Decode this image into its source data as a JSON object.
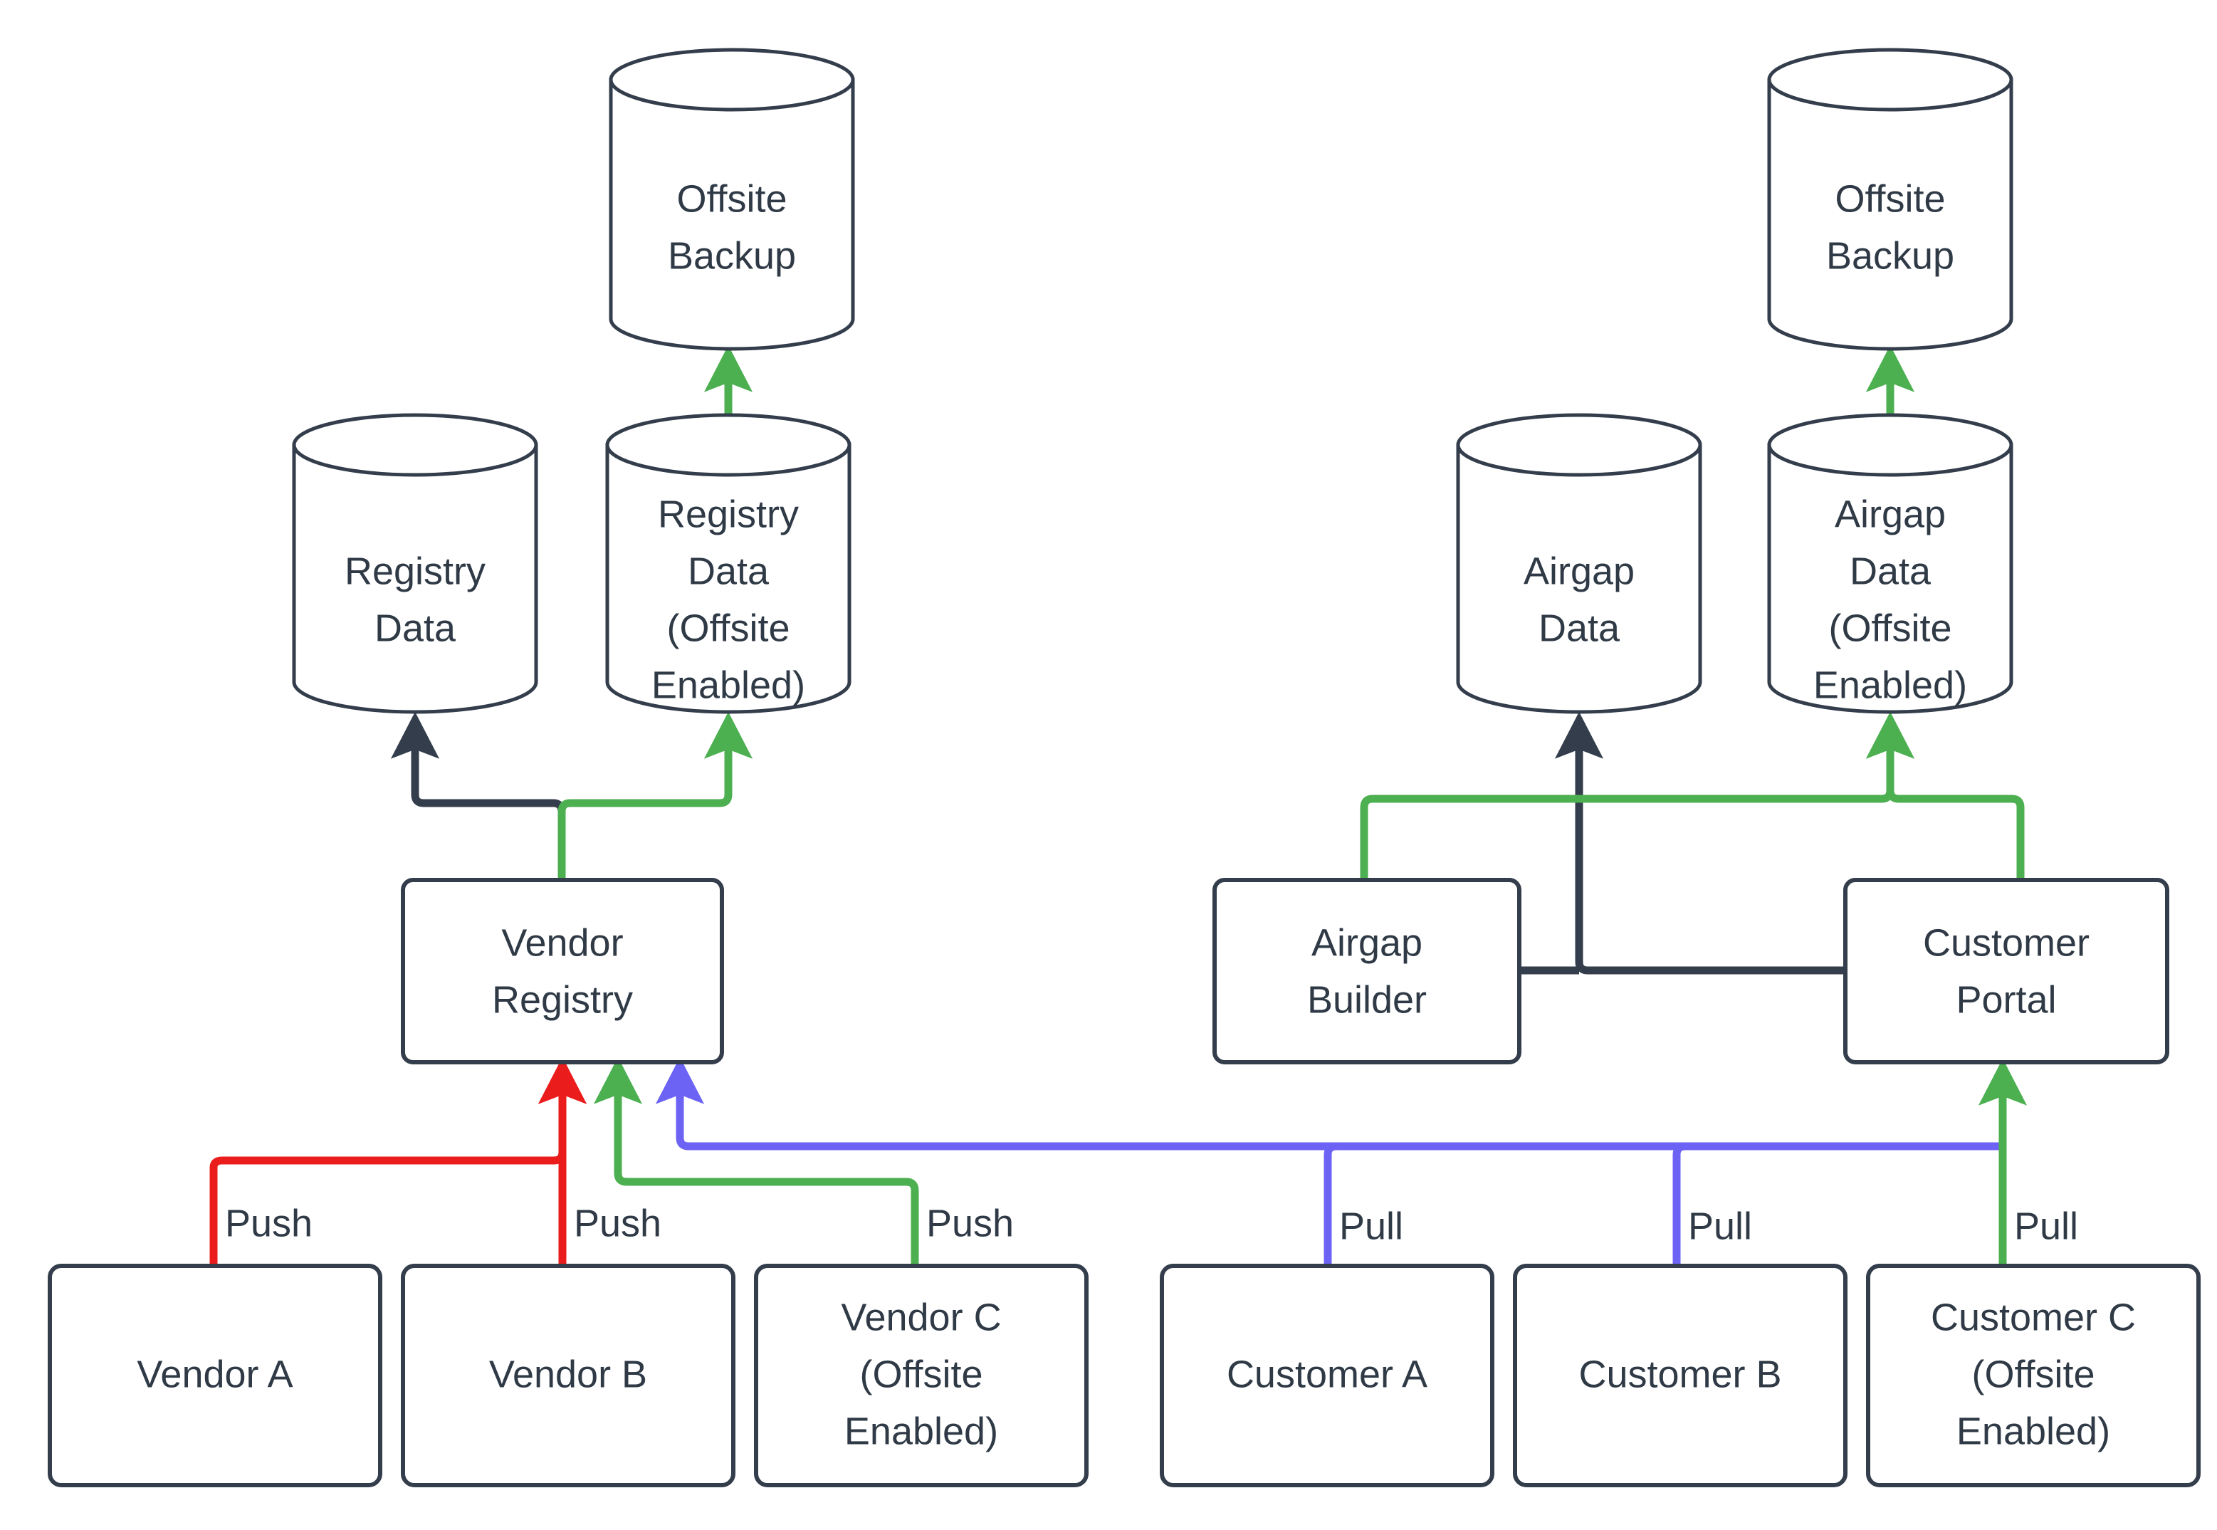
{
  "diagram": {
    "title": "Vendor Registry and Customer Portal Offsite Backup Flow",
    "background_color": "#ffffff",
    "node_stroke_color": "#333d4b",
    "text_color": "#2f3a46",
    "edge_colors": {
      "dark": "#333d4b",
      "green": "#4caf50",
      "red": "#eb1c1c",
      "blue": "#6c63f5"
    }
  },
  "nodes": {
    "offsite_backup_left": {
      "label_line1": "Offsite",
      "label_line2": "Backup",
      "shape": "cylinder"
    },
    "offsite_backup_right": {
      "label_line1": "Offsite",
      "label_line2": "Backup",
      "shape": "cylinder"
    },
    "registry_data": {
      "label_line1": "Registry",
      "label_line2": "Data",
      "shape": "cylinder"
    },
    "registry_data_offsite": {
      "label_line1": "Registry",
      "label_line2": "Data",
      "label_line3": "(Offsite",
      "label_line4": "Enabled)",
      "shape": "cylinder"
    },
    "airgap_data": {
      "label_line1": "Airgap",
      "label_line2": "Data",
      "shape": "cylinder"
    },
    "airgap_data_offsite": {
      "label_line1": "Airgap",
      "label_line2": "Data",
      "label_line3": "(Offsite",
      "label_line4": "Enabled)",
      "shape": "cylinder"
    },
    "vendor_registry": {
      "label_line1": "Vendor",
      "label_line2": "Registry",
      "shape": "rounded-rect"
    },
    "airgap_builder": {
      "label_line1": "Airgap",
      "label_line2": "Builder",
      "shape": "rounded-rect"
    },
    "customer_portal": {
      "label_line1": "Customer",
      "label_line2": "Portal",
      "shape": "rounded-rect"
    },
    "vendor_a": {
      "label_line1": "Vendor A",
      "shape": "rounded-rect"
    },
    "vendor_b": {
      "label_line1": "Vendor B",
      "shape": "rounded-rect"
    },
    "vendor_c": {
      "label_line1": "Vendor C",
      "label_line2": "(Offsite",
      "label_line3": "Enabled)",
      "shape": "rounded-rect"
    },
    "customer_a": {
      "label_line1": "Customer A",
      "shape": "rounded-rect"
    },
    "customer_b": {
      "label_line1": "Customer B",
      "shape": "rounded-rect"
    },
    "customer_c": {
      "label_line1": "Customer C",
      "label_line2": "(Offsite",
      "label_line3": "Enabled)",
      "shape": "rounded-rect"
    }
  },
  "edge_labels": {
    "vendor_a_push": "Push",
    "vendor_b_push": "Push",
    "vendor_c_push": "Push",
    "customer_a_pull": "Pull",
    "customer_b_pull": "Pull",
    "customer_c_pull": "Pull"
  }
}
